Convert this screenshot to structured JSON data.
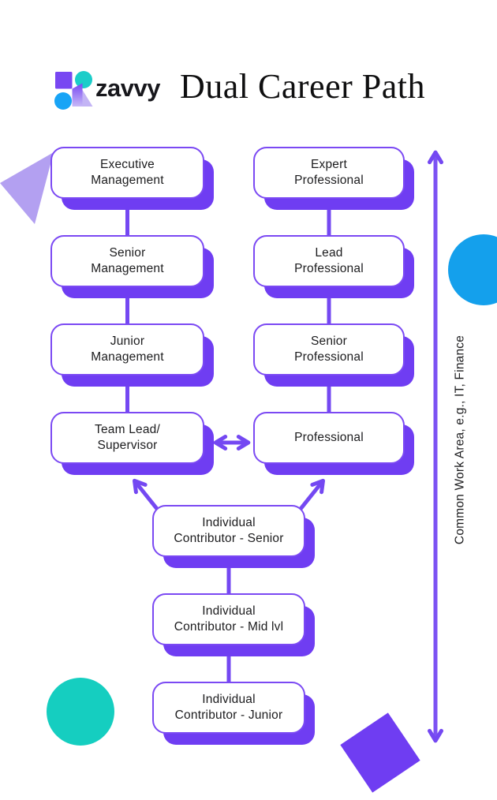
{
  "header": {
    "brand": "zavvy",
    "title": "Dual Career Path"
  },
  "diagram": {
    "management_track": [
      {
        "line1": "Executive",
        "line2": "Management"
      },
      {
        "line1": "Senior",
        "line2": "Management"
      },
      {
        "line1": "Junior",
        "line2": "Management"
      },
      {
        "line1": "Team Lead/",
        "line2": "Supervisor"
      }
    ],
    "professional_track": [
      {
        "line1": "Expert",
        "line2": "Professional"
      },
      {
        "line1": "Lead",
        "line2": "Professional"
      },
      {
        "line1": "Senior",
        "line2": "Professional"
      },
      {
        "line1": "Professional",
        "line2": ""
      }
    ],
    "individual_contributor_track": [
      {
        "line1": "Individual",
        "line2": "Contributor - Senior"
      },
      {
        "line1": "Individual",
        "line2": "Contributor - Mid lvl"
      },
      {
        "line1": "Individual",
        "line2": "Contributor - Junior"
      }
    ],
    "side_label": "Common Work Area, e.g., IT, Finance"
  },
  "colors": {
    "node_border_purple": "#7b49f3",
    "node_shadow_purple": "#6f3df2",
    "arrow_purple": "#7448f2",
    "deco_lavender": "#b3a0f1",
    "deco_blue": "#14a0ec",
    "deco_teal": "#15cec0",
    "text_dark": "#1c1c1e"
  }
}
